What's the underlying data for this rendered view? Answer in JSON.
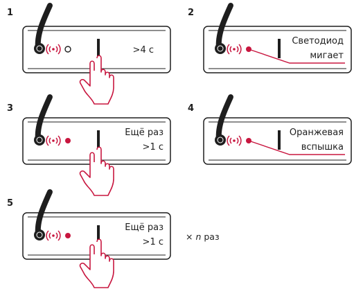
{
  "colors": {
    "accent": "#c8163f",
    "ink": "#1e1e1e",
    "device_fill": "#ffffff",
    "device_stroke": "#1e1e1e"
  },
  "steps": [
    {
      "number": "1",
      "label_lines": [
        ">4 с"
      ],
      "led": "off",
      "hand": true
    },
    {
      "number": "2",
      "label_lines": [
        "Светодиод",
        "мигает"
      ],
      "led": "on",
      "hand": false,
      "underline": true
    },
    {
      "number": "3",
      "label_lines": [
        "Ещё раз",
        ">1 с"
      ],
      "led": "on",
      "hand": true
    },
    {
      "number": "4",
      "label_lines": [
        "Оранжевая",
        "вспышка"
      ],
      "led": "on",
      "hand": false,
      "underline": true
    },
    {
      "number": "5",
      "label_lines": [
        "Ещё раз",
        ">1 с"
      ],
      "led": "on",
      "hand": true
    }
  ],
  "repeat_note": {
    "prefix": "× ",
    "n": "n",
    "suffix": " раз"
  },
  "icons": {
    "signal": "wireless-signal-icon",
    "hand": "pointing-hand-icon",
    "led": "led-indicator-icon",
    "cable": "cable-icon"
  }
}
